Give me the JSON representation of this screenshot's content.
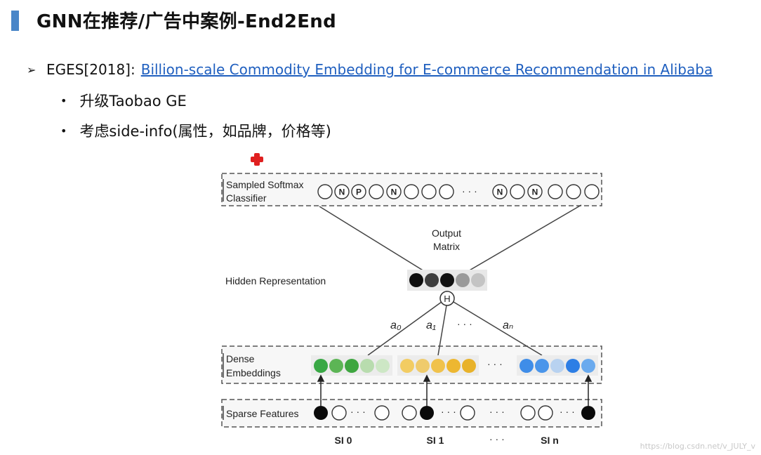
{
  "slide": {
    "title": "GNN在推荐/广告中案例-End2End",
    "bullet": {
      "arrow": "➢",
      "prefix": "EGES[2018]: ",
      "link_text": "Billion-scale Commodity Embedding for E-commerce Recommendation in Alibaba"
    },
    "sub_bullets": [
      "升级Taobao GE",
      "考虑side-info(属性，如品牌，价格等)"
    ]
  },
  "diagram": {
    "softmax_label_line1": "Sampled Softmax",
    "softmax_label_line2": "Classifier",
    "output_label_line1": "Output",
    "output_label_line2": "Matrix",
    "hidden_label": "Hidden Representation",
    "h_node": "H",
    "dense_label_line1": "Dense",
    "dense_label_line2": "Embeddings",
    "sparse_label": "Sparse Features",
    "ellipsis": "· · ·",
    "softmax_nodes": [
      "",
      "N",
      "P",
      "",
      "N",
      "",
      "",
      "",
      "N",
      "",
      "N",
      "",
      "",
      ""
    ],
    "weights": [
      "a₀",
      "a₁",
      "aₙ"
    ],
    "si_labels": [
      "SI 0",
      "SI 1",
      "SI n"
    ],
    "colors": {
      "green": [
        "#39a845",
        "#5cb555",
        "#3ea640",
        "#b8dcae",
        "#cde7c5"
      ],
      "yellow": [
        "#f2cc62",
        "#efcb6c",
        "#f0c24c",
        "#edb731",
        "#e8b22a"
      ],
      "blue": [
        "#3f8de8",
        "#4a95ea",
        "#b8d2f0",
        "#2d7ee5",
        "#6aaaee"
      ],
      "hidden": [
        "#0d0d0d",
        "#3d3d3d",
        "#111111",
        "#9a9a9a",
        "#c4c4c4"
      ]
    }
  },
  "watermark": "https://blog.csdn.net/v_JULY_v"
}
